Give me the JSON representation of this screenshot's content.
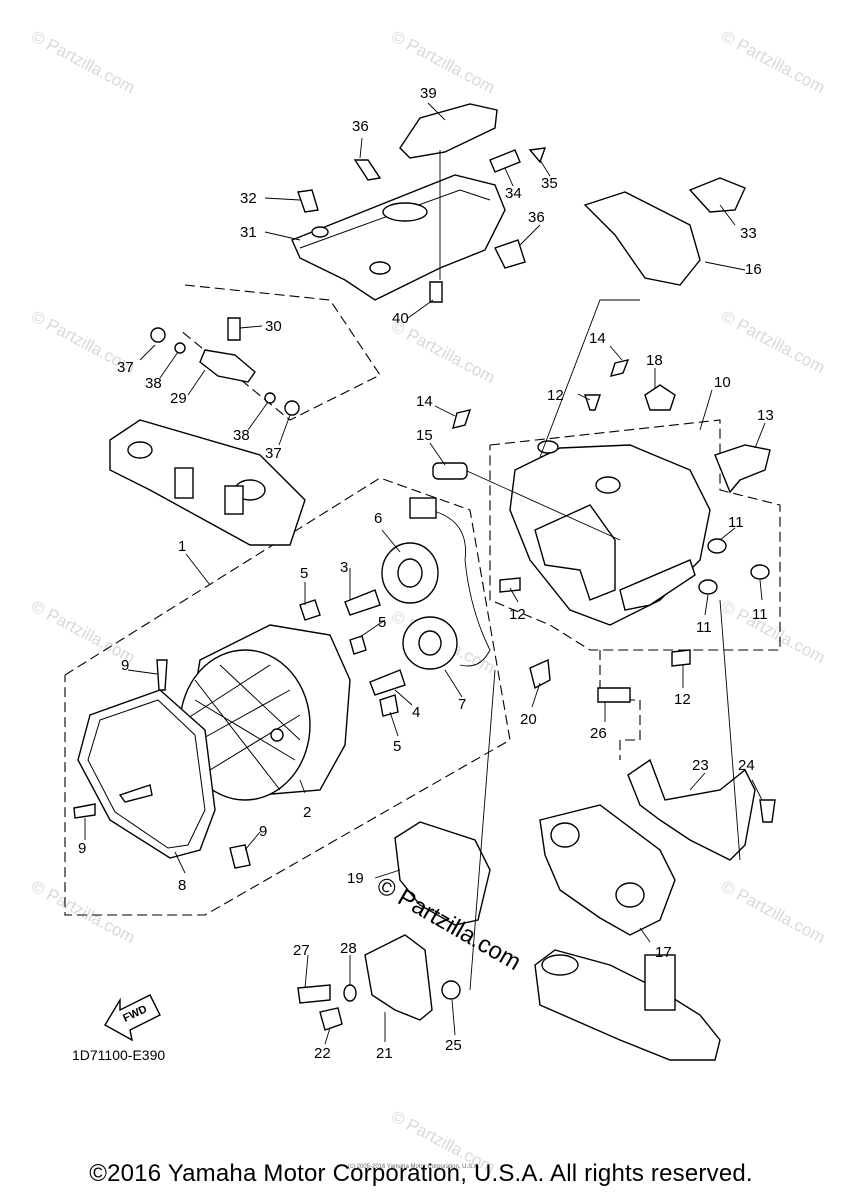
{
  "diagram": {
    "callouts": [
      {
        "id": "c1",
        "label": "1"
      },
      {
        "id": "c2",
        "label": "2"
      },
      {
        "id": "c3",
        "label": "3"
      },
      {
        "id": "c4",
        "label": "4"
      },
      {
        "id": "c5a",
        "label": "5"
      },
      {
        "id": "c5b",
        "label": "5"
      },
      {
        "id": "c5c",
        "label": "5"
      },
      {
        "id": "c6",
        "label": "6"
      },
      {
        "id": "c7",
        "label": "7"
      },
      {
        "id": "c8",
        "label": "8"
      },
      {
        "id": "c9a",
        "label": "9"
      },
      {
        "id": "c9b",
        "label": "9"
      },
      {
        "id": "c9c",
        "label": "9"
      },
      {
        "id": "c10",
        "label": "10"
      },
      {
        "id": "c11a",
        "label": "11"
      },
      {
        "id": "c11b",
        "label": "11"
      },
      {
        "id": "c11c",
        "label": "11"
      },
      {
        "id": "c12a",
        "label": "12"
      },
      {
        "id": "c12b",
        "label": "12"
      },
      {
        "id": "c12c",
        "label": "12"
      },
      {
        "id": "c13",
        "label": "13"
      },
      {
        "id": "c14a",
        "label": "14"
      },
      {
        "id": "c14b",
        "label": "14"
      },
      {
        "id": "c15",
        "label": "15"
      },
      {
        "id": "c16",
        "label": "16"
      },
      {
        "id": "c17",
        "label": "17"
      },
      {
        "id": "c18",
        "label": "18"
      },
      {
        "id": "c19",
        "label": "19"
      },
      {
        "id": "c20",
        "label": "20"
      },
      {
        "id": "c21",
        "label": "21"
      },
      {
        "id": "c22",
        "label": "22"
      },
      {
        "id": "c23",
        "label": "23"
      },
      {
        "id": "c24",
        "label": "24"
      },
      {
        "id": "c25",
        "label": "25"
      },
      {
        "id": "c26",
        "label": "26"
      },
      {
        "id": "c27",
        "label": "27"
      },
      {
        "id": "c28",
        "label": "28"
      },
      {
        "id": "c29",
        "label": "29"
      },
      {
        "id": "c30",
        "label": "30"
      },
      {
        "id": "c31",
        "label": "31"
      },
      {
        "id": "c32",
        "label": "32"
      },
      {
        "id": "c33",
        "label": "33"
      },
      {
        "id": "c34",
        "label": "34"
      },
      {
        "id": "c35",
        "label": "35"
      },
      {
        "id": "c36a",
        "label": "36"
      },
      {
        "id": "c36b",
        "label": "36"
      },
      {
        "id": "c37a",
        "label": "37"
      },
      {
        "id": "c37b",
        "label": "37"
      },
      {
        "id": "c38a",
        "label": "38"
      },
      {
        "id": "c38b",
        "label": "38"
      },
      {
        "id": "c39",
        "label": "39"
      },
      {
        "id": "c40",
        "label": "40"
      }
    ],
    "fwd_label": "FWD",
    "diagram_code": "1D71100-E390",
    "watermark": "© Partzilla.com",
    "watermark_tile": "© Partzilla.com",
    "tiny_notice": "(c) 2005-2016 Yamaha Motor Corporation, U.S.A."
  },
  "footer": {
    "copyright": "©2016 Yamaha Motor Corporation, U.S.A. All rights reserved."
  }
}
